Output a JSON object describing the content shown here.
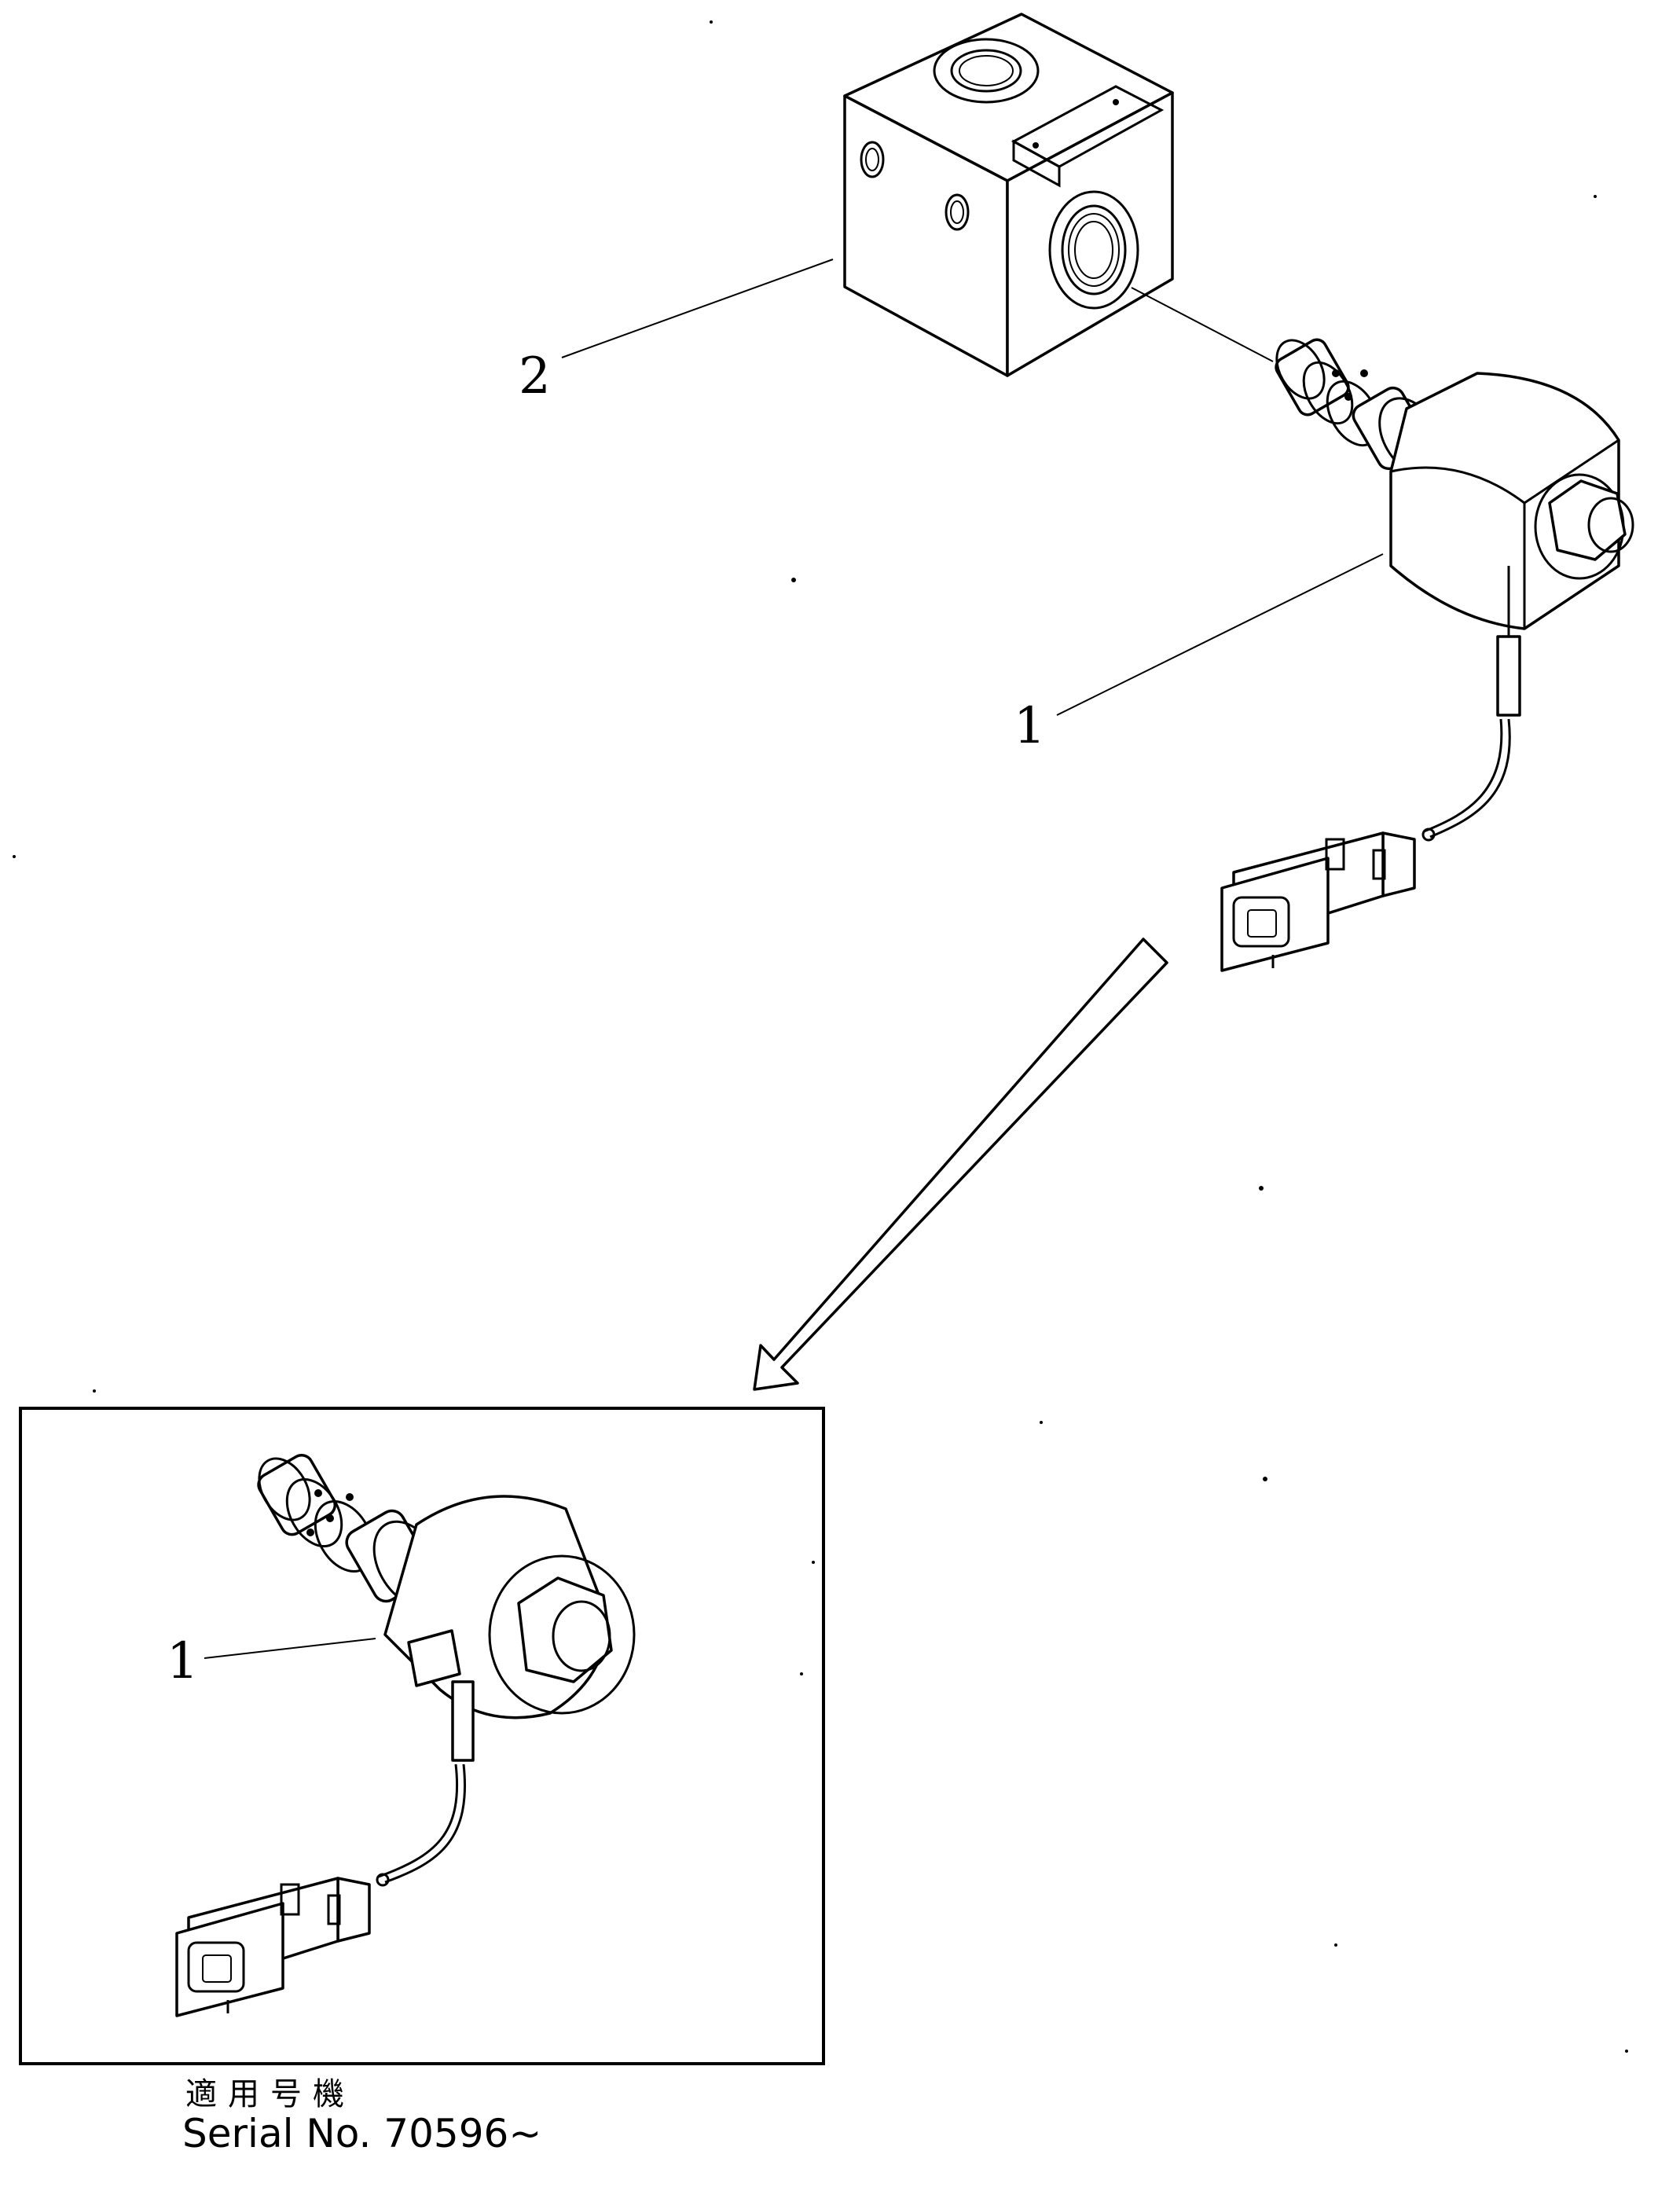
{
  "callouts": {
    "part_1": "1",
    "part_2": "2",
    "inset_part_1": "1"
  },
  "serial": {
    "japanese": "適用号機",
    "english": "Serial No. 70596~"
  }
}
